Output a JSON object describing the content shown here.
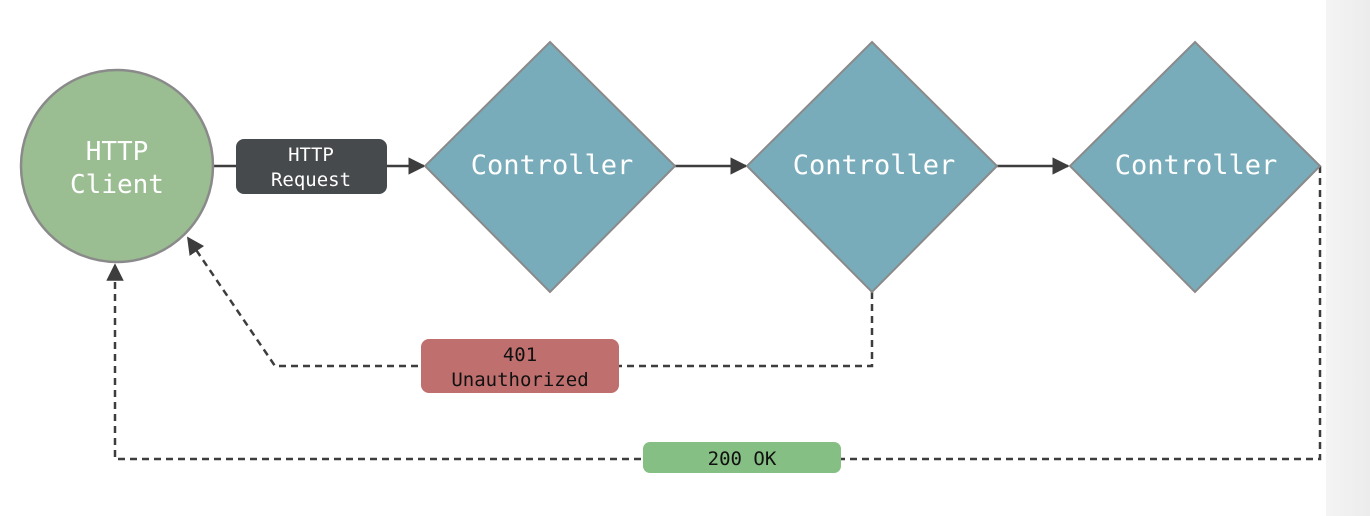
{
  "nodes": {
    "client": {
      "label_line1": "HTTP",
      "label_line2": "Client",
      "fill": "#9bbd92"
    },
    "controllers": [
      {
        "label": "Controller"
      },
      {
        "label": "Controller"
      },
      {
        "label": "Controller"
      }
    ],
    "controller_fill": "#79acbb"
  },
  "badges": {
    "request": {
      "line1": "HTTP",
      "line2": "Request",
      "fill": "#474a4c"
    },
    "unauthorized": {
      "line1": "401",
      "line2": "Unauthorized",
      "fill": "#bf6f6d"
    },
    "ok": {
      "label": "200 OK",
      "fill": "#86bf83"
    }
  }
}
